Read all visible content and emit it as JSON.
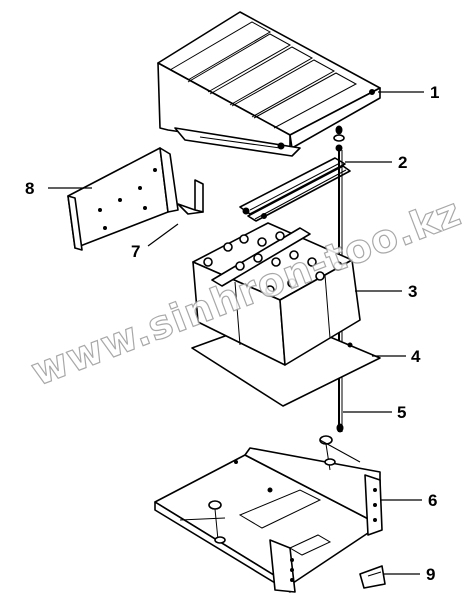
{
  "callouts": [
    {
      "label": "1"
    },
    {
      "label": "2"
    },
    {
      "label": "3"
    },
    {
      "label": "4"
    },
    {
      "label": "5"
    },
    {
      "label": "6"
    },
    {
      "label": "7"
    },
    {
      "label": "8"
    },
    {
      "label": "9"
    }
  ],
  "watermark": "www.sinhron-too.kz",
  "colors": {
    "line": "#000000",
    "background": "#ffffff",
    "watermark_outline": "#9a9a9a"
  }
}
